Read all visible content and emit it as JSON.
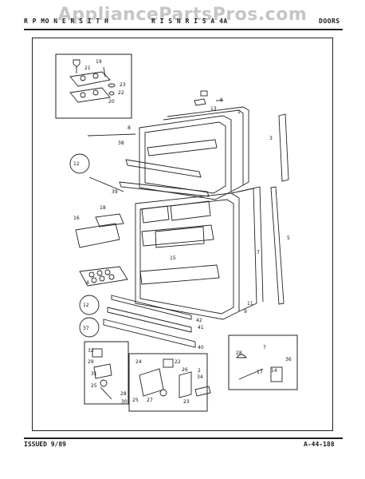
{
  "header": {
    "left_text": "R P MO N  E R S I T H",
    "mid_text": "R I S N    R I S A 4A",
    "right_text": "DOORS"
  },
  "watermark": "AppliancePartsPros.com",
  "footer": {
    "issued": "ISSUED 9/89",
    "code": "A-44-188"
  },
  "callouts": {
    "c1": "1",
    "c2": "2",
    "c3": "3",
    "c4": "4",
    "c5": "5",
    "c6": "6",
    "c7": "7",
    "c7b": "7",
    "c8": "8",
    "c9": "9",
    "c11": "11",
    "c12a": "12",
    "c12b": "12",
    "c13": "13",
    "c14": "14",
    "c15": "15",
    "c16": "16",
    "c17": "17",
    "c18": "18",
    "c19": "19",
    "c20": "20",
    "c21": "21",
    "c22a": "22",
    "c22b": "22",
    "c23a": "23",
    "c23b": "23",
    "c24": "24",
    "c25a": "25",
    "c25b": "25",
    "c26": "26",
    "c27": "27",
    "c28a": "28",
    "c28b": "28",
    "c29": "29",
    "c30": "30",
    "c31": "31",
    "c32": "32",
    "c34": "34",
    "c36": "36",
    "c37": "37",
    "c38": "38",
    "c39": "39",
    "c40": "40",
    "c41": "41",
    "c42": "42"
  }
}
